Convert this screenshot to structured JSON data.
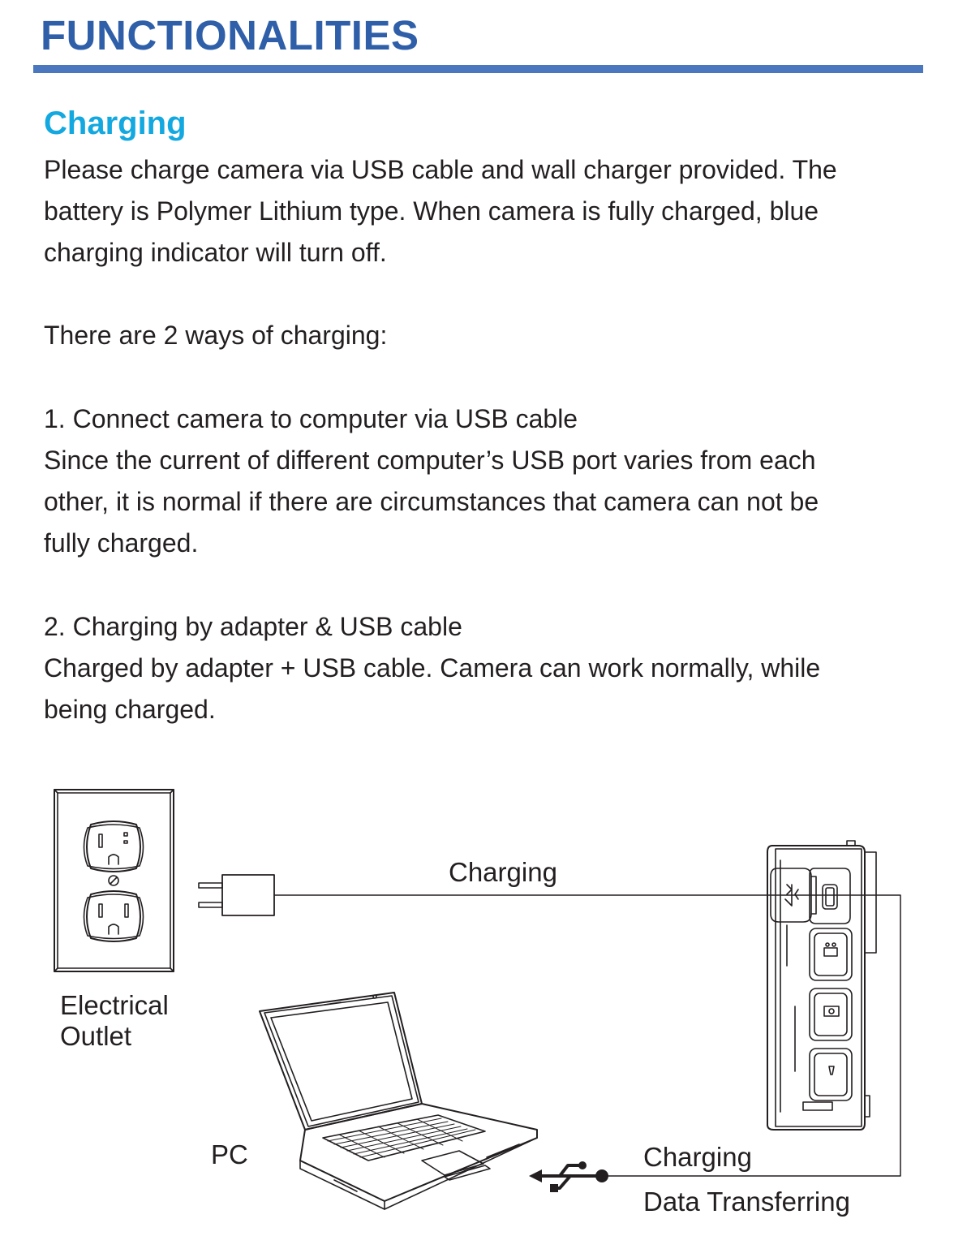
{
  "header": {
    "title": "FUNCTIONALITIES",
    "accent_color": "#2f5fa8",
    "rule_color": "#4a77be"
  },
  "section": {
    "heading": "Charging",
    "heading_color": "#13a8e0",
    "intro_lines": [
      "Please charge camera via USB cable and wall charger provided. The",
      "battery is Polymer Lithium type. When camera is fully charged, blue",
      "charging indicator will turn off."
    ],
    "ways_line": "There are 2 ways of charging:",
    "method1": {
      "title": "1. Connect camera to computer via USB cable",
      "lines": [
        "Since the current of different computer’s USB port varies from each",
        "other, it is normal if there are circumstances that camera can not be",
        "fully charged."
      ]
    },
    "method2": {
      "title": "2. Charging by adapter & USB cable",
      "lines": [
        "Charged by adapter + USB cable. Camera can work normally, while",
        "being charged."
      ]
    }
  },
  "diagram": {
    "outlet_label_lines": [
      "Electrical",
      "Outlet"
    ],
    "charging_top_label": "Charging",
    "pc_label": "PC",
    "charging_bottom_label": "Charging",
    "data_label": "Data Transferring",
    "icons": [
      "electrical-outlet-icon",
      "wall-adapter-icon",
      "laptop-icon",
      "usb-symbol-icon",
      "camera-device-icon"
    ]
  }
}
